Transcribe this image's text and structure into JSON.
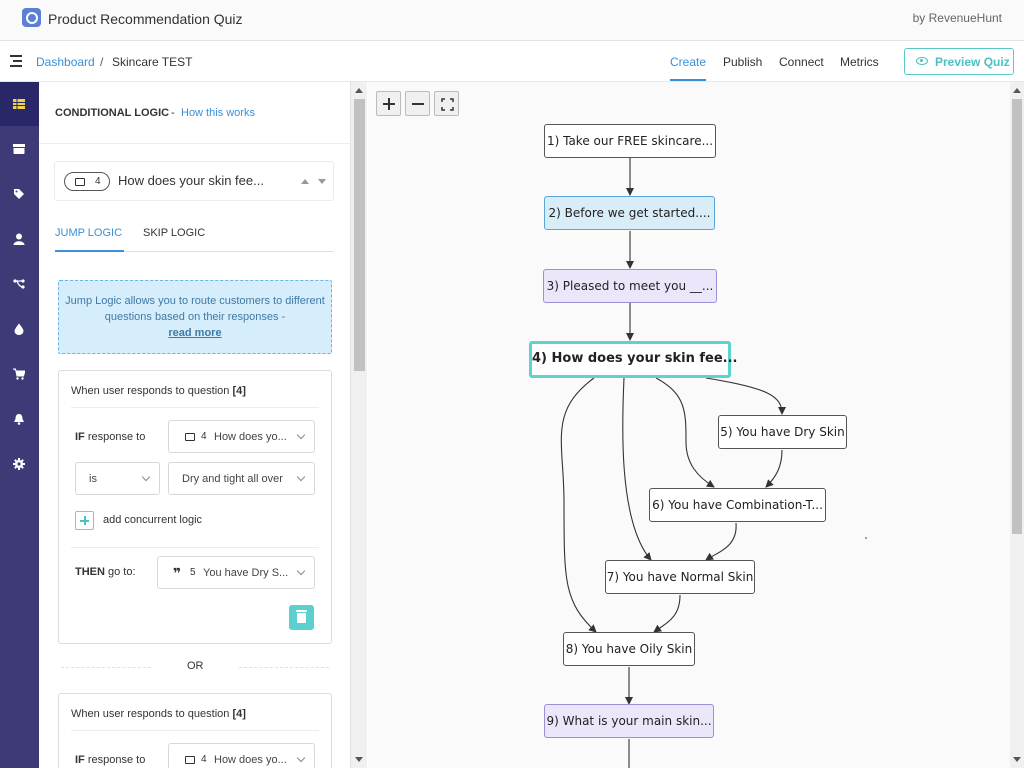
{
  "app": {
    "title": "Product Recommendation Quiz",
    "by": "by RevenueHunt"
  },
  "breadcrumb": {
    "root": "Dashboard",
    "sep": "/",
    "current": "Skincare TEST"
  },
  "nav": {
    "tabs": [
      "Create",
      "Publish",
      "Connect",
      "Metrics"
    ],
    "active": "Create",
    "preview": "Preview Quiz"
  },
  "rail": {
    "items": [
      "grid-icon",
      "box-icon",
      "tag-icon",
      "user-icon",
      "flow-icon",
      "drop-icon",
      "cart-icon",
      "bell-icon",
      "gear-icon"
    ]
  },
  "panel": {
    "title": "CONDITIONAL LOGIC",
    "dash": "-",
    "how": "How this works",
    "question": {
      "num": "4",
      "text": "How does your skin fee..."
    },
    "tabs": {
      "jump": "JUMP LOGIC",
      "skip": "SKIP LOGIC"
    },
    "info": {
      "text": "Jump Logic allows you to route customers to different questions based on their responses -",
      "link": "read more"
    },
    "rules": [
      {
        "head_prefix": "When user responds to question",
        "head_num": "[4]",
        "if_label": "IF",
        "if_rest": " response to",
        "if_q_num": "4",
        "if_q_text": "How does yo...",
        "op": "is",
        "answer": "Dry and tight all over",
        "add_label": "add concurrent logic",
        "then_label": "THEN",
        "then_rest": " go to:",
        "then_num": "5",
        "then_text": "You have Dry S..."
      },
      {
        "head_prefix": "When user responds to question",
        "head_num": "[4]",
        "if_label": "IF",
        "if_rest": " response to",
        "if_q_num": "4",
        "if_q_text": "How does yo..."
      }
    ],
    "or": "OR"
  },
  "flow": {
    "nodes": [
      {
        "id": "n1",
        "label": "1) Take our FREE skincare...",
        "style": "plain"
      },
      {
        "id": "n2",
        "label": "2) Before we get started....",
        "style": "blue"
      },
      {
        "id": "n3",
        "label": "3) Pleased to meet you __...",
        "style": "purple"
      },
      {
        "id": "n4",
        "label": "4) How does your skin fee...",
        "style": "selected"
      },
      {
        "id": "n5",
        "label": "5) You have Dry Skin",
        "style": "plain"
      },
      {
        "id": "n6",
        "label": "6) You have Combination-T...",
        "style": "plain"
      },
      {
        "id": "n7",
        "label": "7) You have Normal Skin",
        "style": "plain"
      },
      {
        "id": "n8",
        "label": "8) You have Oily Skin",
        "style": "plain"
      },
      {
        "id": "n9",
        "label": "9) What is your main skin...",
        "style": "purple"
      }
    ]
  },
  "colors": {
    "accent": "#3a8fd8",
    "teal": "#5dd3d0",
    "rail": "#3e3a78"
  }
}
